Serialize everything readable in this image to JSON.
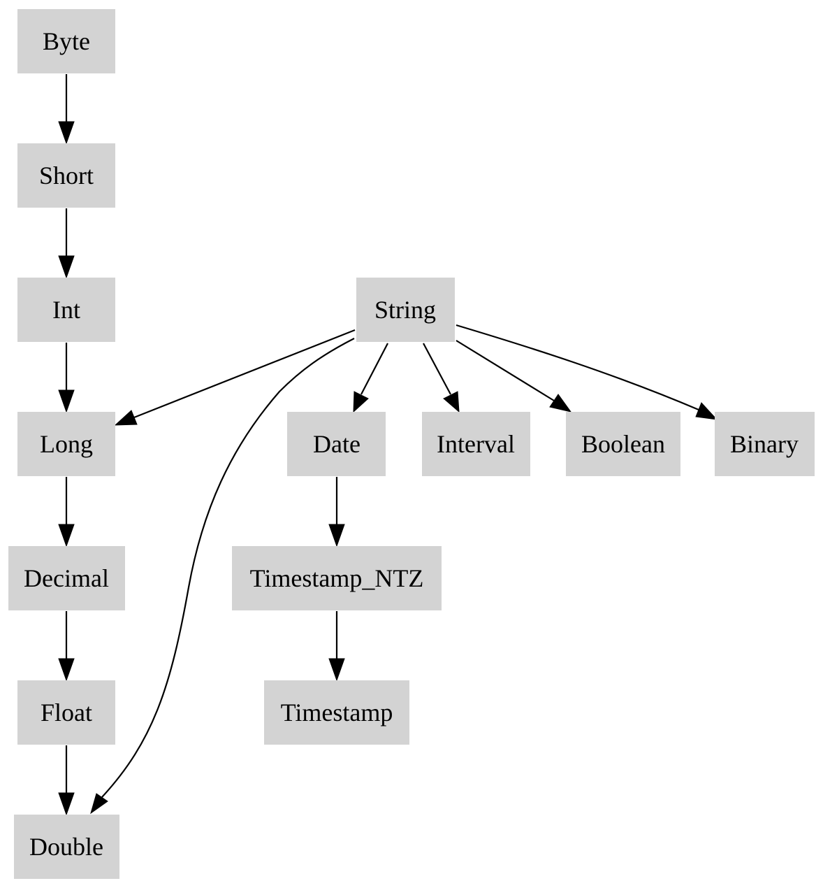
{
  "style": {
    "node_fill": "#d3d3d3",
    "edge_color": "#000000",
    "background": "#ffffff"
  },
  "nodes": [
    {
      "id": "byte",
      "label": "Byte"
    },
    {
      "id": "short",
      "label": "Short"
    },
    {
      "id": "int",
      "label": "Int"
    },
    {
      "id": "long",
      "label": "Long"
    },
    {
      "id": "decimal",
      "label": "Decimal"
    },
    {
      "id": "float",
      "label": "Float"
    },
    {
      "id": "double",
      "label": "Double"
    },
    {
      "id": "string",
      "label": "String"
    },
    {
      "id": "date",
      "label": "Date"
    },
    {
      "id": "interval",
      "label": "Interval"
    },
    {
      "id": "boolean",
      "label": "Boolean"
    },
    {
      "id": "binary",
      "label": "Binary"
    },
    {
      "id": "timestamp_ntz",
      "label": "Timestamp_NTZ"
    },
    {
      "id": "timestamp",
      "label": "Timestamp"
    }
  ],
  "edges": [
    {
      "from": "byte",
      "to": "short"
    },
    {
      "from": "short",
      "to": "int"
    },
    {
      "from": "int",
      "to": "long"
    },
    {
      "from": "long",
      "to": "decimal"
    },
    {
      "from": "decimal",
      "to": "float"
    },
    {
      "from": "float",
      "to": "double"
    },
    {
      "from": "string",
      "to": "long"
    },
    {
      "from": "string",
      "to": "double"
    },
    {
      "from": "string",
      "to": "date"
    },
    {
      "from": "string",
      "to": "interval"
    },
    {
      "from": "string",
      "to": "boolean"
    },
    {
      "from": "string",
      "to": "binary"
    },
    {
      "from": "date",
      "to": "timestamp_ntz"
    },
    {
      "from": "timestamp_ntz",
      "to": "timestamp"
    }
  ]
}
